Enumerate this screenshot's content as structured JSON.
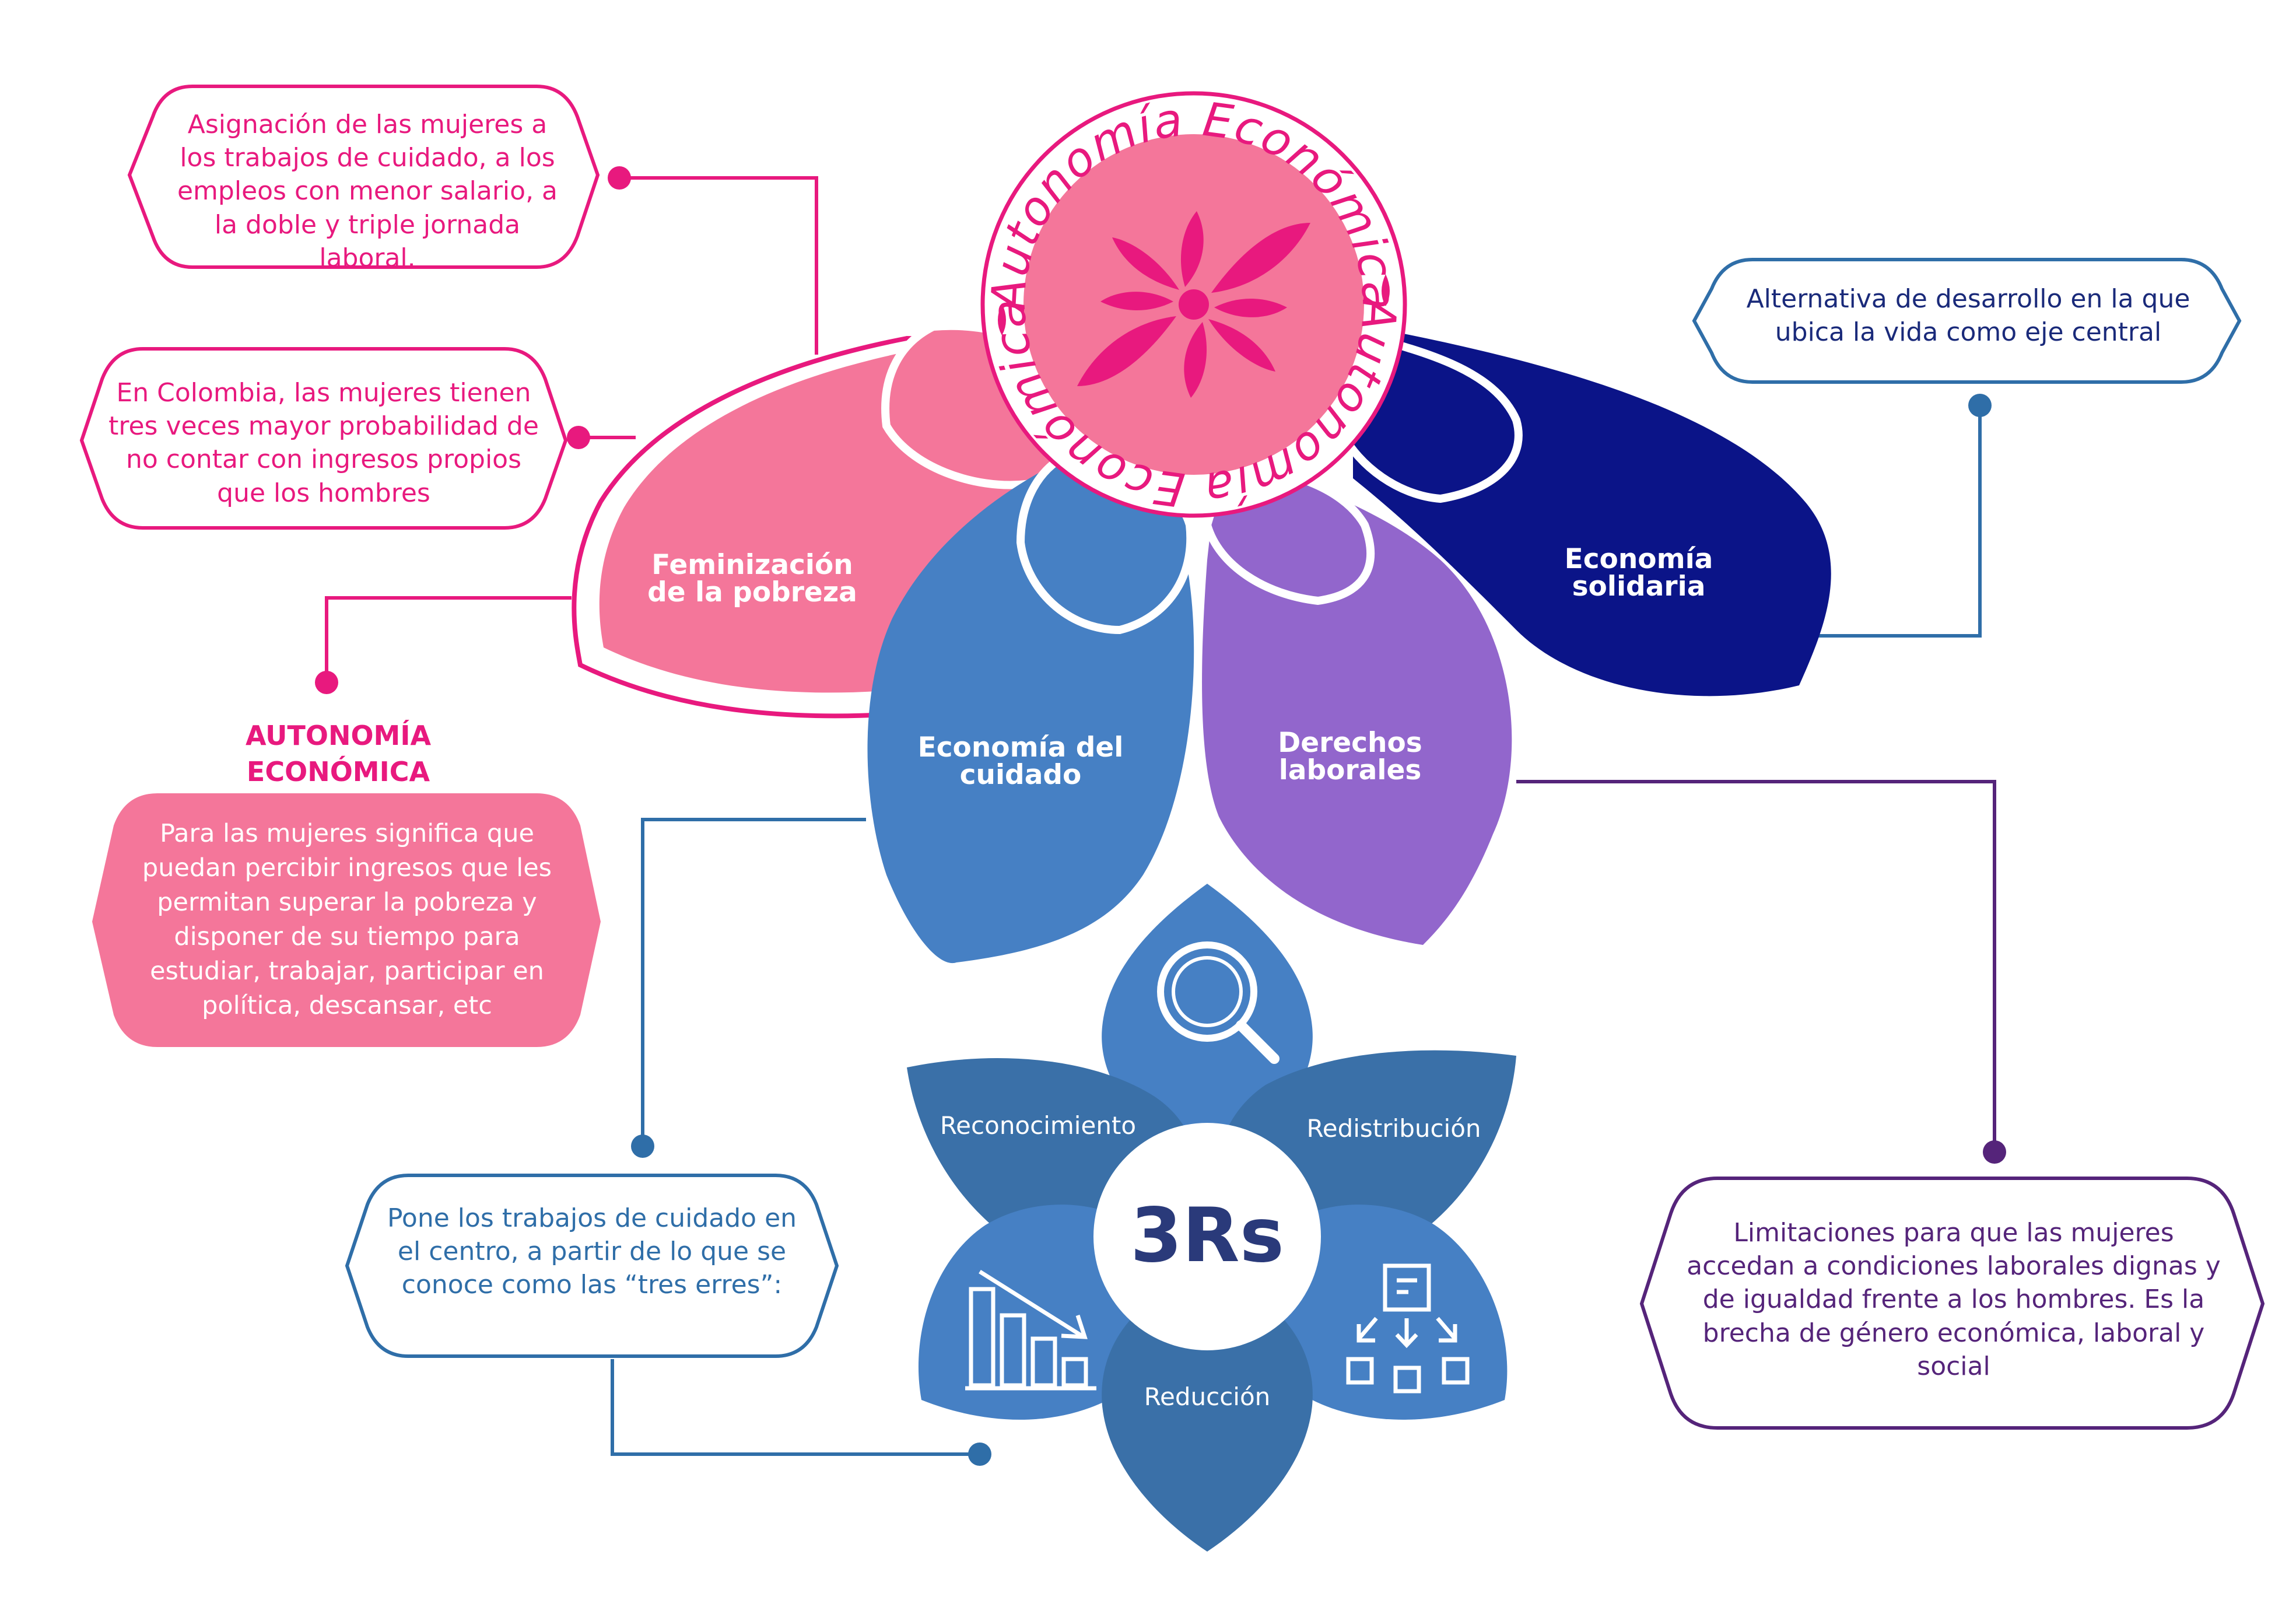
{
  "title": {
    "ring_top": "Autonomía Económica",
    "ring_bottom": "Autonomía Económica"
  },
  "petals": {
    "feminizacion": "Feminización de la pobreza",
    "cuidado": "Economía del cuidado",
    "derechos": "Derechos laborales",
    "solidaria": "Economía solidaria"
  },
  "boxes": {
    "asignacion": "Asignación de las mujeres a los trabajos de cuidado, a los empleos con menor salario, a la doble y triple jornada laboral.",
    "colombia": "En Colombia, las mujeres tienen tres veces mayor probabilidad de no contar con ingresos propios que los hombres",
    "alternativa": "Alternativa de desarrollo en la que ubica la vida como eje central",
    "definicion": "Para las mujeres significa que puedan percibir ingresos que les permitan superar la pobreza y disponer de su tiempo para estudiar, trabajar, participar en política, descansar, etc",
    "pone": "Pone los trabajos de cuidado en el centro, a partir de lo que se conoce como las “tres erres”:",
    "limitaciones": "Limitaciones para que las mujeres accedan a condiciones laborales dignas y de igualdad frente a los hombres. Es la brecha de género económica, laboral y social"
  },
  "heading": {
    "line1": "AUTONOMÍA",
    "line2": "ECONÓMICA"
  },
  "three_rs": {
    "center": "3Rs",
    "reconocimiento": "Reconocimiento",
    "redistribucion": "Redistribución",
    "reduccion": "Reducción"
  },
  "colors": {
    "pink": "#e8197e",
    "light_pink": "#f4769a",
    "blue": "#4680c4",
    "purple": "#9266cc",
    "navy": "#0b1488",
    "steel_blue": "#3a70a8",
    "deep_purple": "#55247a"
  }
}
